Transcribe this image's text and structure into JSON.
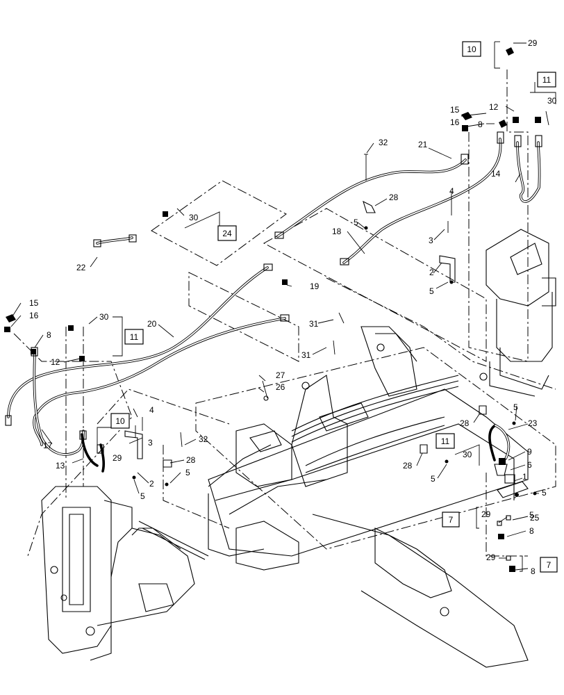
{
  "callouts": [
    {
      "id": "c1",
      "text": "1"
    },
    {
      "id": "c2a",
      "text": "2"
    },
    {
      "id": "c2b",
      "text": "2"
    },
    {
      "id": "c3a",
      "text": "3"
    },
    {
      "id": "c3b",
      "text": "3"
    },
    {
      "id": "c4a",
      "text": "4"
    },
    {
      "id": "c4b",
      "text": "4"
    },
    {
      "id": "c5a",
      "text": "5"
    },
    {
      "id": "c5b",
      "text": "5"
    },
    {
      "id": "c5c",
      "text": "5"
    },
    {
      "id": "c5d",
      "text": "5"
    },
    {
      "id": "c5e",
      "text": "5"
    },
    {
      "id": "c5f",
      "text": "5"
    },
    {
      "id": "c5g",
      "text": "5"
    },
    {
      "id": "c5h",
      "text": "5"
    },
    {
      "id": "c6",
      "text": "6"
    },
    {
      "id": "c8a",
      "text": "8"
    },
    {
      "id": "c8b",
      "text": "8"
    },
    {
      "id": "c8c",
      "text": "8"
    },
    {
      "id": "c8d",
      "text": "8"
    },
    {
      "id": "c9",
      "text": "9"
    },
    {
      "id": "c12a",
      "text": "12"
    },
    {
      "id": "c12b",
      "text": "12"
    },
    {
      "id": "c13",
      "text": "13"
    },
    {
      "id": "c14",
      "text": "14"
    },
    {
      "id": "c15a",
      "text": "15"
    },
    {
      "id": "c15b",
      "text": "15"
    },
    {
      "id": "c16a",
      "text": "16"
    },
    {
      "id": "c16b",
      "text": "16"
    },
    {
      "id": "c17",
      "text": "17"
    },
    {
      "id": "c18",
      "text": "18"
    },
    {
      "id": "c19",
      "text": "19"
    },
    {
      "id": "c20",
      "text": "20"
    },
    {
      "id": "c21",
      "text": "21"
    },
    {
      "id": "c22",
      "text": "22"
    },
    {
      "id": "c23",
      "text": "23"
    },
    {
      "id": "c25",
      "text": "25"
    },
    {
      "id": "c26",
      "text": "26"
    },
    {
      "id": "c27",
      "text": "27"
    },
    {
      "id": "c28a",
      "text": "28"
    },
    {
      "id": "c28b",
      "text": "28"
    },
    {
      "id": "c28c",
      "text": "28"
    },
    {
      "id": "c28d",
      "text": "28"
    },
    {
      "id": "c29a",
      "text": "29"
    },
    {
      "id": "c29b",
      "text": "29"
    },
    {
      "id": "c29c",
      "text": "29"
    },
    {
      "id": "c29d",
      "text": "29"
    },
    {
      "id": "c30a",
      "text": "30"
    },
    {
      "id": "c30b",
      "text": "30"
    },
    {
      "id": "c30c",
      "text": "30"
    },
    {
      "id": "c30d",
      "text": "30"
    },
    {
      "id": "c31a",
      "text": "31"
    },
    {
      "id": "c31b",
      "text": "31"
    },
    {
      "id": "c32a",
      "text": "32"
    },
    {
      "id": "c32b",
      "text": "32"
    }
  ],
  "boxed_refs": [
    {
      "id": "b10a",
      "text": "10"
    },
    {
      "id": "b10b",
      "text": "10"
    },
    {
      "id": "b11a",
      "text": "11"
    },
    {
      "id": "b11b",
      "text": "11"
    },
    {
      "id": "b11c",
      "text": "11"
    },
    {
      "id": "b24",
      "text": "24"
    },
    {
      "id": "b7a",
      "text": "7"
    },
    {
      "id": "b7b",
      "text": "7"
    }
  ]
}
